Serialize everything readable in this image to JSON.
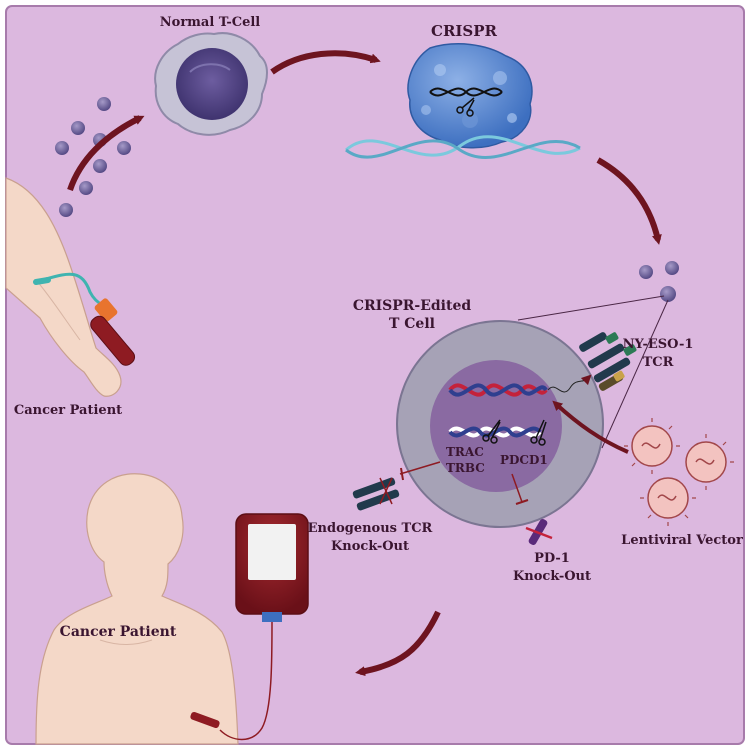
{
  "labels": {
    "normal_tcell": "Normal T-Cell",
    "crispr": "CRISPR",
    "cancer_patient_top": "Cancer Patient",
    "edited_cell_line1": "CRISPR-Edited",
    "edited_cell_line2": "T Cell",
    "nyeso_line1": "NY-ESO-1",
    "nyeso_line2": "TCR",
    "trac": "TRAC",
    "trbc": "TRBC",
    "pdcd1": "PDCD1",
    "endogenous_line1": "Endogenous TCR",
    "endogenous_line2": "Knock-Out",
    "pd1_line1": "PD-1",
    "pd1_line2": "Knock-Out",
    "lentiviral": "Lentiviral Vector",
    "cancer_patient_bottom": "Cancer Patient"
  },
  "colors": {
    "background": "#dcb8df",
    "frame": "#a77bab",
    "arrow": "#6e1420",
    "cell_outer": "#a6a2b6",
    "nucleus": "#8a6aa2",
    "dna_red": "#c4223b",
    "dna_blue": "#2f3f8f",
    "blood": "#8e1b22",
    "skin": "#f4d8c8",
    "virus": "#f3c3c0"
  },
  "icons": [
    "tcell-icon",
    "crispr-protein-icon",
    "dna-helix-icon",
    "scissors-icon",
    "arm-icon",
    "blood-tube-icon",
    "blood-bag-icon",
    "virus-icon",
    "receptor-icon",
    "patient-body-icon"
  ]
}
